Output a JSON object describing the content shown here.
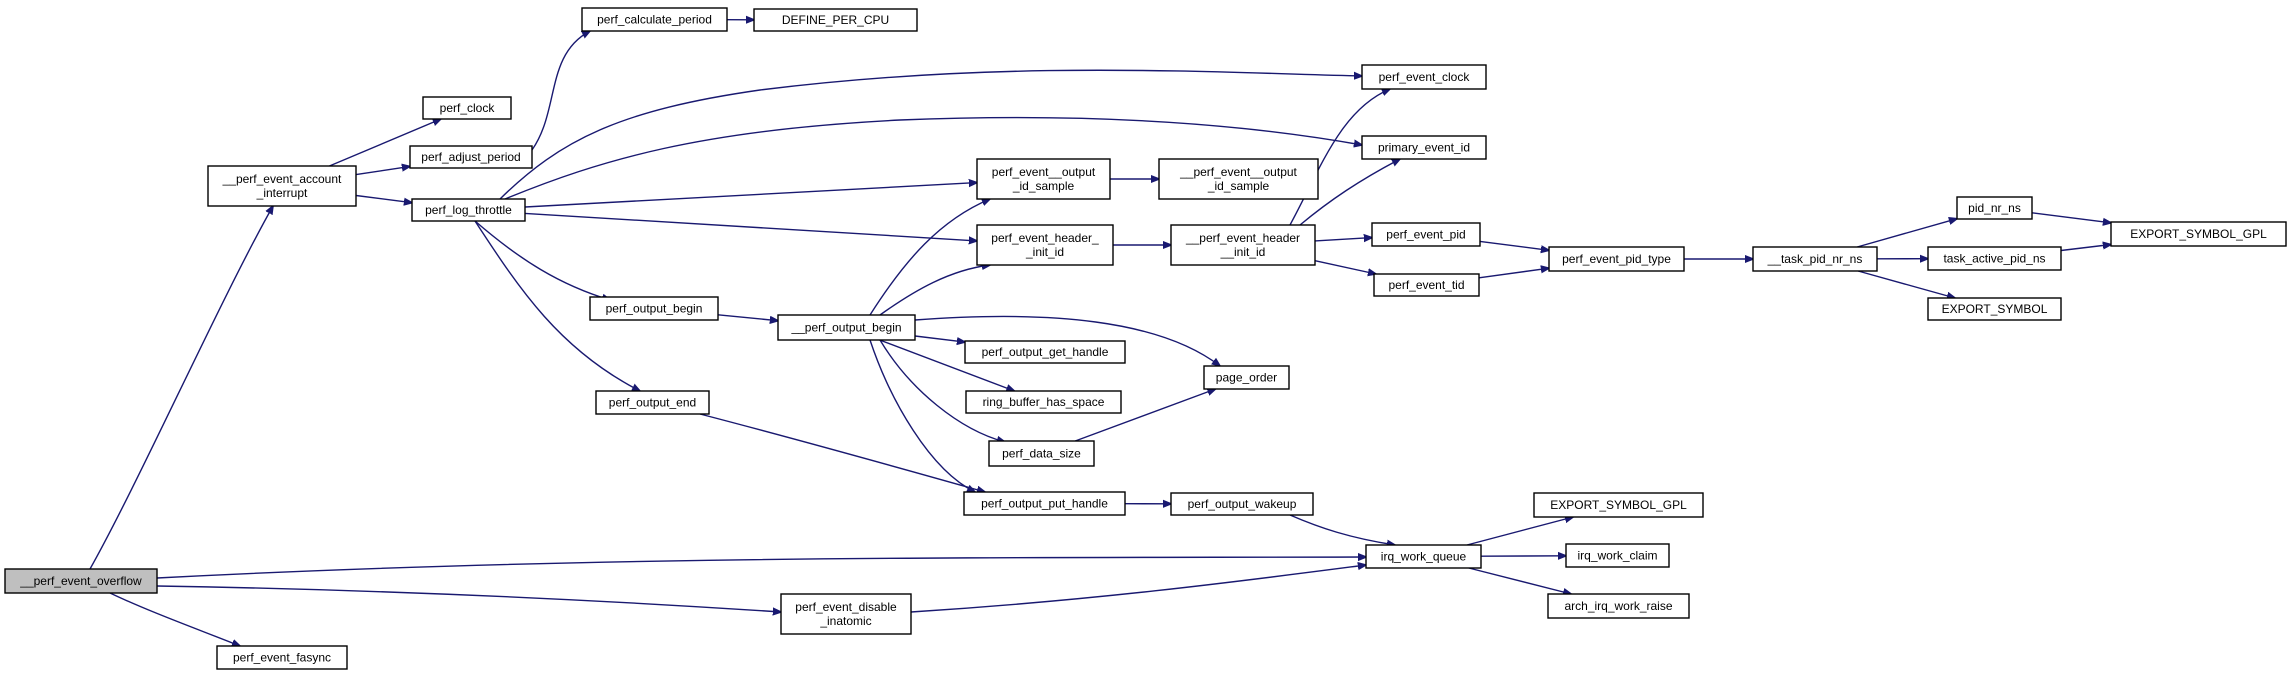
{
  "graph": {
    "title": "",
    "colors": {
      "edge": "#191970",
      "node_fill": "#ffffff",
      "root_fill": "#bfbfbf",
      "node_border": "#000000"
    },
    "nodes": [
      {
        "id": "overflow",
        "lines": [
          "__perf_event_overflow"
        ],
        "root": true
      },
      {
        "id": "acct",
        "lines": [
          "__perf_event_account",
          "_interrupt"
        ]
      },
      {
        "id": "fasync",
        "lines": [
          "perf_event_fasync"
        ]
      },
      {
        "id": "clock",
        "lines": [
          "perf_clock"
        ]
      },
      {
        "id": "adjust",
        "lines": [
          "perf_adjust_period"
        ]
      },
      {
        "id": "throttle",
        "lines": [
          "perf_log_throttle"
        ]
      },
      {
        "id": "calcp",
        "lines": [
          "perf_calculate_period"
        ]
      },
      {
        "id": "defpcpu",
        "lines": [
          "DEFINE_PER_CPU"
        ]
      },
      {
        "id": "outbegin",
        "lines": [
          "perf_output_begin"
        ]
      },
      {
        "id": "outend",
        "lines": [
          "perf_output_end"
        ]
      },
      {
        "id": "disable",
        "lines": [
          "perf_event_disable",
          "_inatomic"
        ]
      },
      {
        "id": "out_id",
        "lines": [
          "perf_event__output",
          "_id_sample"
        ]
      },
      {
        "id": "hdr_init",
        "lines": [
          "perf_event_header_",
          "_init_id"
        ]
      },
      {
        "id": "__outbegin",
        "lines": [
          "__perf_output_begin"
        ]
      },
      {
        "id": "gethandle",
        "lines": [
          "perf_output_get_handle"
        ]
      },
      {
        "id": "ringbuf",
        "lines": [
          "ring_buffer_has_space"
        ]
      },
      {
        "id": "datasize",
        "lines": [
          "perf_data_size"
        ]
      },
      {
        "id": "puthandle",
        "lines": [
          "perf_output_put_handle"
        ]
      },
      {
        "id": "__out_id",
        "lines": [
          "__perf_event__output",
          "_id_sample"
        ]
      },
      {
        "id": "__hdr",
        "lines": [
          "__perf_event_header",
          "__init_id"
        ]
      },
      {
        "id": "wakeup",
        "lines": [
          "perf_output_wakeup"
        ]
      },
      {
        "id": "pageorder",
        "lines": [
          "page_order"
        ]
      },
      {
        "id": "evclock",
        "lines": [
          "perf_event_clock"
        ]
      },
      {
        "id": "primid",
        "lines": [
          "primary_event_id"
        ]
      },
      {
        "id": "evpid",
        "lines": [
          "perf_event_pid"
        ]
      },
      {
        "id": "evtid",
        "lines": [
          "perf_event_tid"
        ]
      },
      {
        "id": "irqq",
        "lines": [
          "irq_work_queue"
        ]
      },
      {
        "id": "pidtype",
        "lines": [
          "perf_event_pid_type"
        ]
      },
      {
        "id": "taskpid",
        "lines": [
          "__task_pid_nr_ns"
        ]
      },
      {
        "id": "pidnrns",
        "lines": [
          "pid_nr_ns"
        ]
      },
      {
        "id": "taskactive",
        "lines": [
          "task_active_pid_ns"
        ]
      },
      {
        "id": "expsym",
        "lines": [
          "EXPORT_SYMBOL"
        ]
      },
      {
        "id": "expgpl1",
        "lines": [
          "EXPORT_SYMBOL_GPL"
        ]
      },
      {
        "id": "expgpl2",
        "lines": [
          "EXPORT_SYMBOL_GPL"
        ]
      },
      {
        "id": "irqclaim",
        "lines": [
          "irq_work_claim"
        ]
      },
      {
        "id": "archirq",
        "lines": [
          "arch_irq_work_raise"
        ]
      }
    ],
    "edges": [
      [
        "overflow",
        "acct"
      ],
      [
        "overflow",
        "fasync"
      ],
      [
        "overflow",
        "disable"
      ],
      [
        "overflow",
        "irqq"
      ],
      [
        "acct",
        "clock"
      ],
      [
        "acct",
        "adjust"
      ],
      [
        "acct",
        "throttle"
      ],
      [
        "adjust",
        "calcp"
      ],
      [
        "calcp",
        "defpcpu"
      ],
      [
        "throttle",
        "evclock"
      ],
      [
        "throttle",
        "primid"
      ],
      [
        "throttle",
        "out_id"
      ],
      [
        "throttle",
        "hdr_init"
      ],
      [
        "throttle",
        "outbegin"
      ],
      [
        "throttle",
        "outend"
      ],
      [
        "outbegin",
        "__outbegin"
      ],
      [
        "outend",
        "puthandle"
      ],
      [
        "__outbegin",
        "out_id"
      ],
      [
        "__outbegin",
        "hdr_init"
      ],
      [
        "__outbegin",
        "gethandle"
      ],
      [
        "__outbegin",
        "ringbuf"
      ],
      [
        "__outbegin",
        "datasize"
      ],
      [
        "__outbegin",
        "puthandle"
      ],
      [
        "__outbegin",
        "pageorder"
      ],
      [
        "out_id",
        "__out_id"
      ],
      [
        "hdr_init",
        "__hdr"
      ],
      [
        "__hdr",
        "evclock"
      ],
      [
        "__hdr",
        "primid"
      ],
      [
        "__hdr",
        "evpid"
      ],
      [
        "__hdr",
        "evtid"
      ],
      [
        "datasize",
        "pageorder"
      ],
      [
        "puthandle",
        "wakeup"
      ],
      [
        "wakeup",
        "irqq"
      ],
      [
        "disable",
        "irqq"
      ],
      [
        "evpid",
        "pidtype"
      ],
      [
        "evtid",
        "pidtype"
      ],
      [
        "pidtype",
        "taskpid"
      ],
      [
        "taskpid",
        "pidnrns"
      ],
      [
        "taskpid",
        "taskactive"
      ],
      [
        "taskpid",
        "expsym"
      ],
      [
        "pidnrns",
        "expgpl1"
      ],
      [
        "taskactive",
        "expgpl1"
      ],
      [
        "irqq",
        "expgpl2"
      ],
      [
        "irqq",
        "irqclaim"
      ],
      [
        "irqq",
        "archirq"
      ]
    ]
  }
}
